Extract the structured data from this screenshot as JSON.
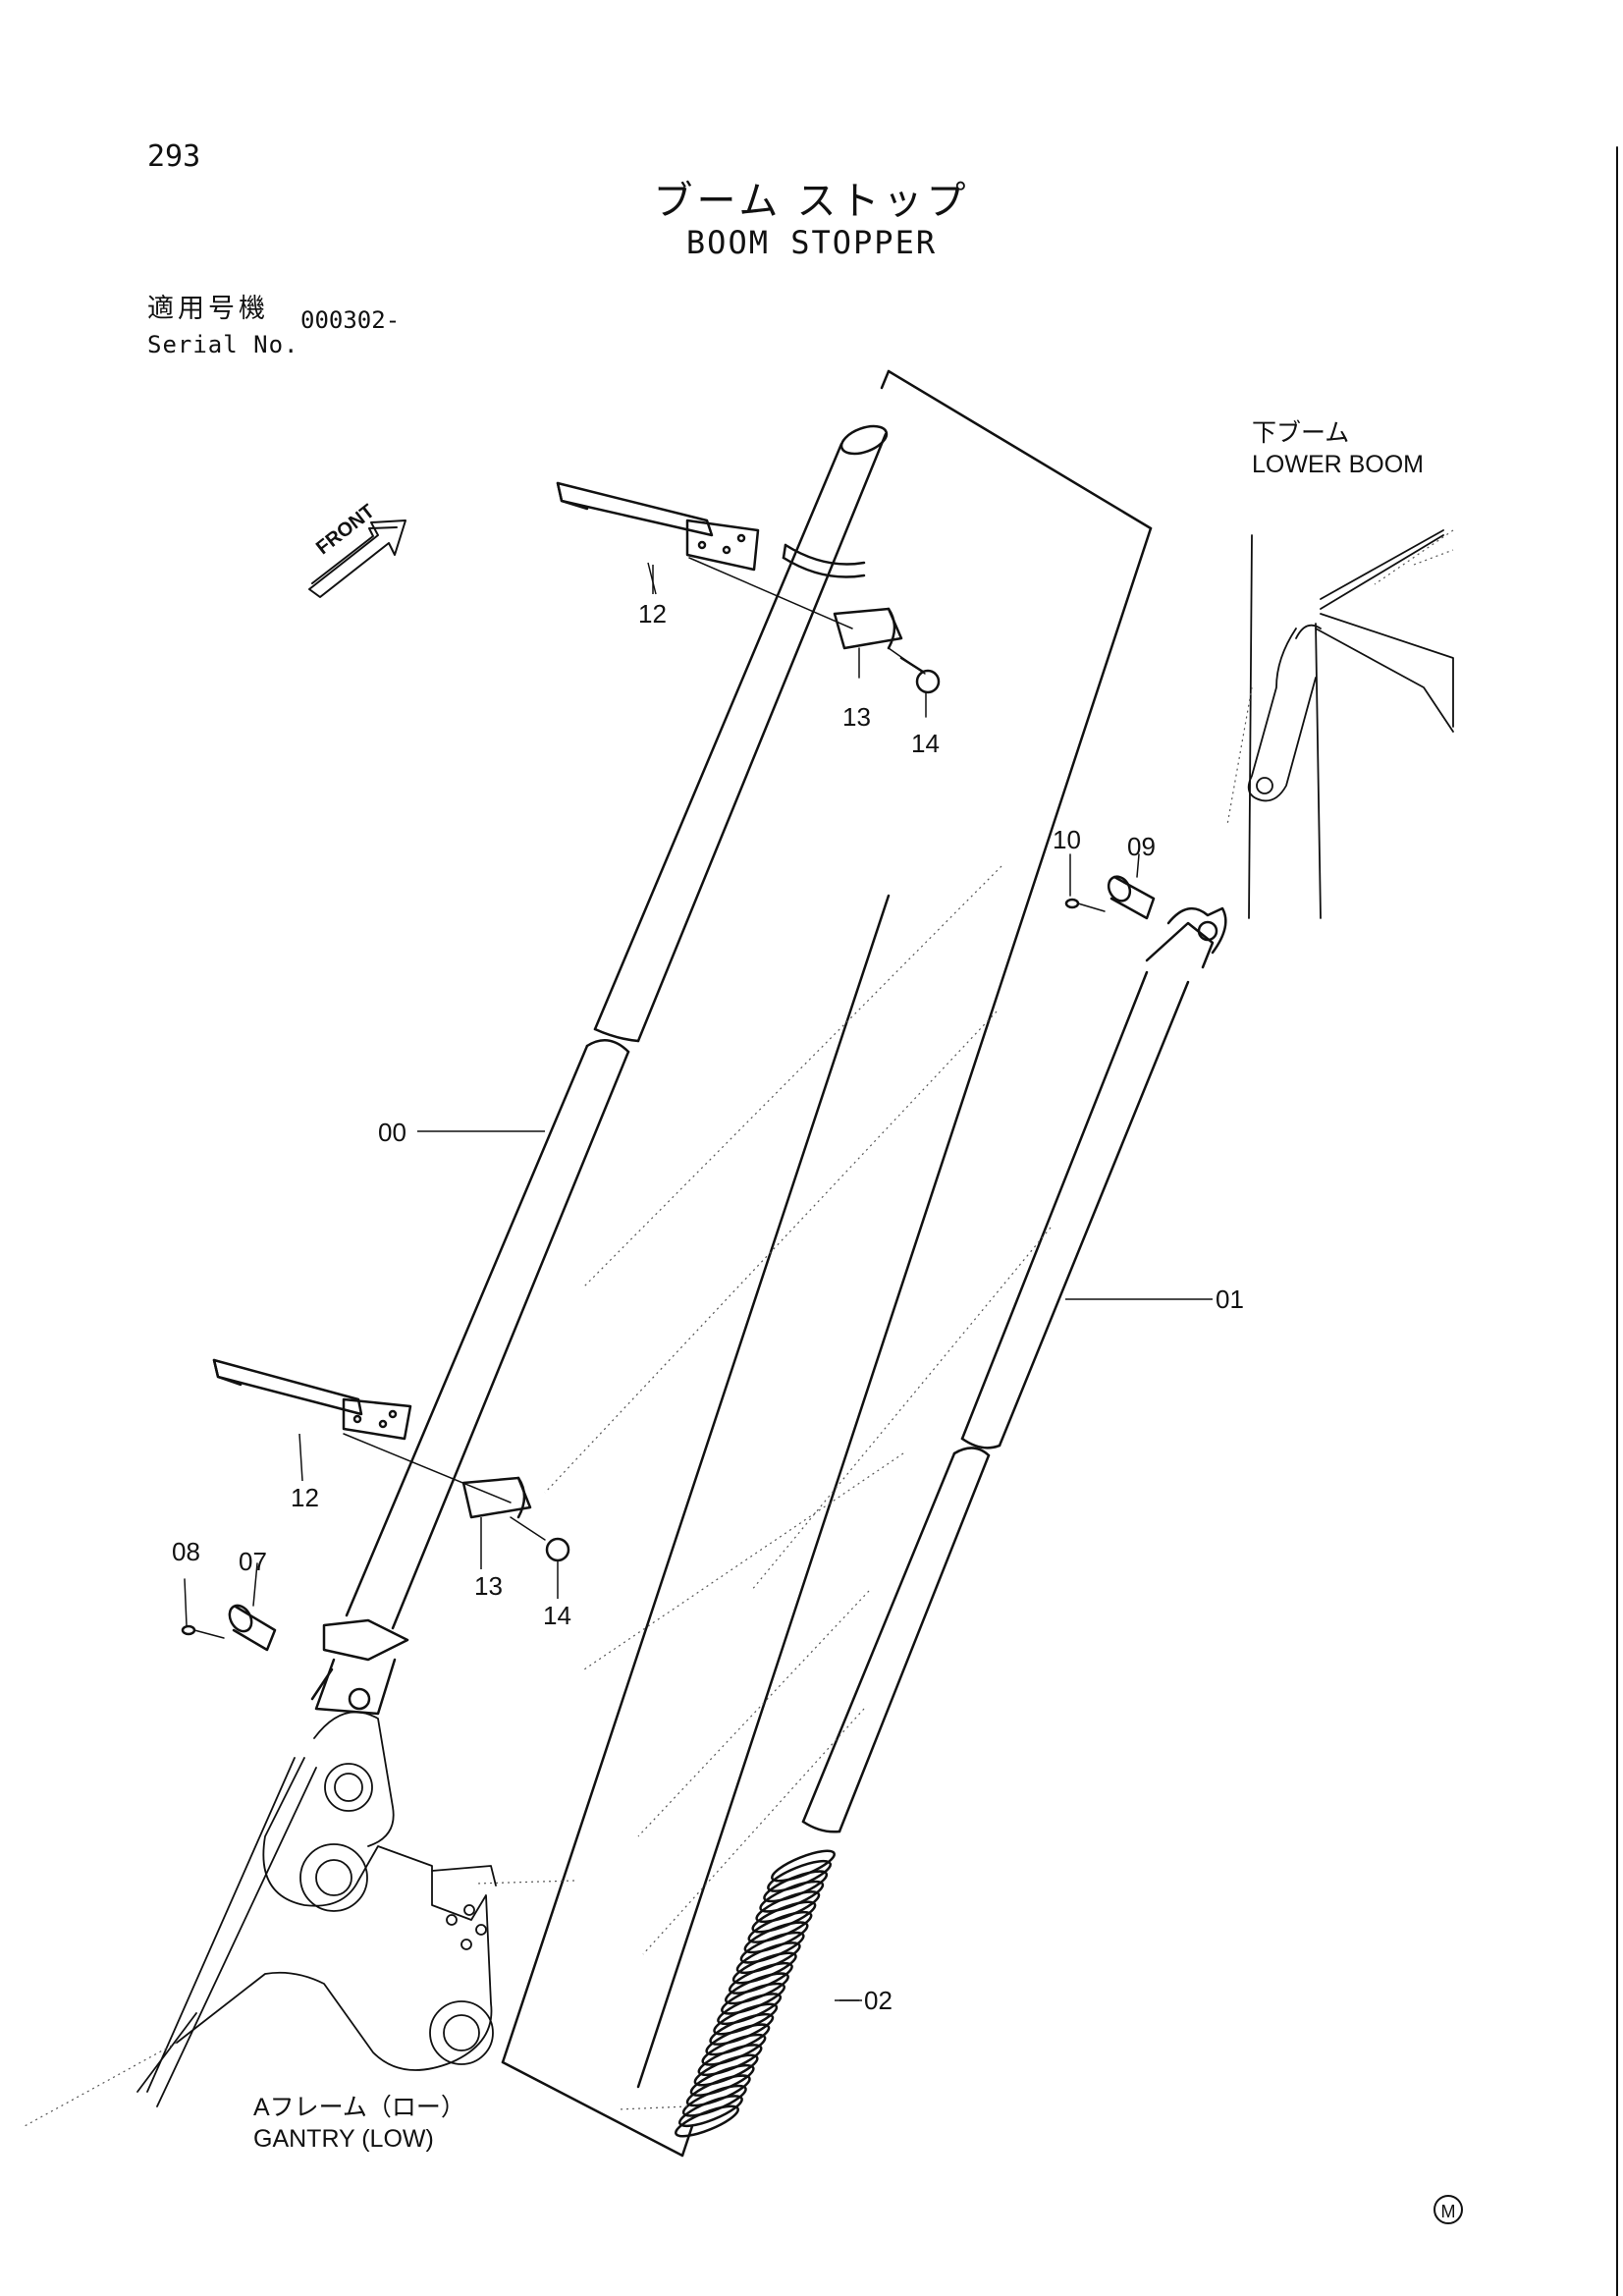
{
  "page_number": "293",
  "title_jp": "ブーム ストップ",
  "title_en": "BOOM STOPPER",
  "serial": {
    "label_jp": "適用号機",
    "label_en": "Serial No.",
    "value": "000302-"
  },
  "front_label": "FRONT",
  "context_labels": {
    "lower_boom_jp": "下ブーム",
    "lower_boom_en": "LOWER BOOM",
    "gantry_jp": "Aフレーム（ロー）",
    "gantry_en": "GANTRY (LOW)"
  },
  "callouts": {
    "c00": "00",
    "c01": "01",
    "c02": "02",
    "c07": "07",
    "c08": "08",
    "c09": "09",
    "c10": "10",
    "c12a": "12",
    "c12b": "12",
    "c13a": "13",
    "c13b": "13",
    "c14a": "14",
    "c14b": "14"
  },
  "mark": "M"
}
